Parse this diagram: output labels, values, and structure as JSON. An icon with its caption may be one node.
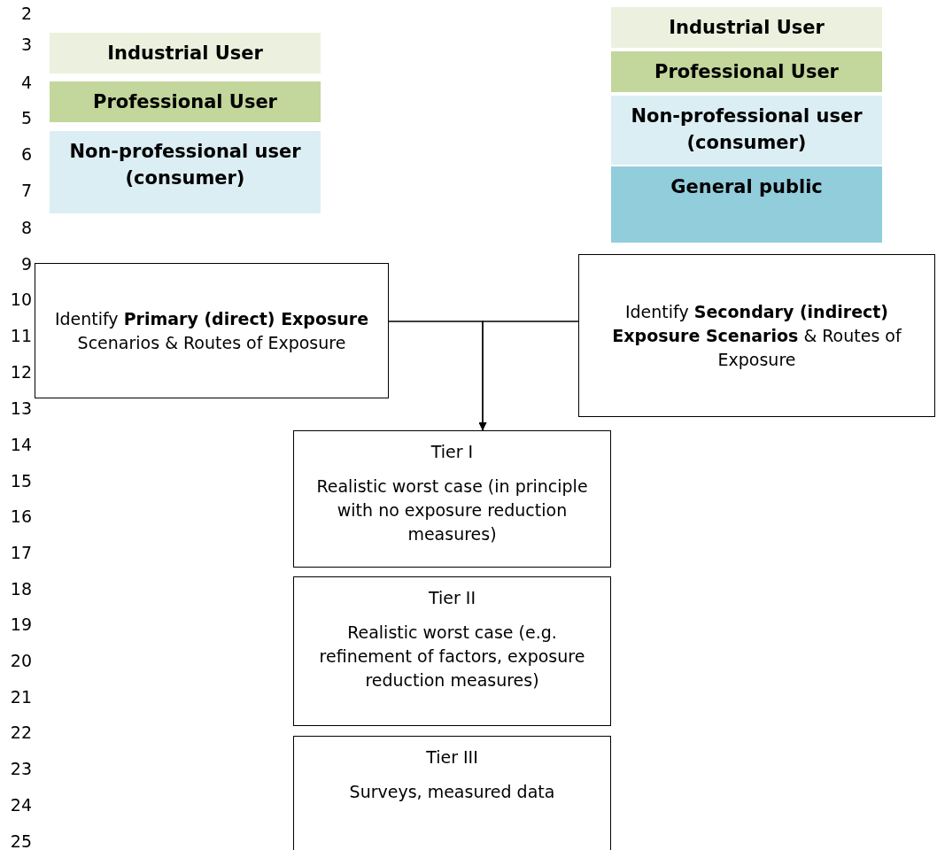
{
  "diagram": {
    "nodes": [
      {
        "text": [
          "Industrial User"
        ]
      },
      {
        "text": [
          "Professional User"
        ]
      },
      {
        "text": [
          "Non-professional user (consumer)"
        ]
      },
      {
        "text": [
          "Industrial User"
        ]
      },
      {
        "text": [
          "Professional User"
        ]
      },
      {
        "text": [
          "Non-professional user (consumer)"
        ]
      },
      {
        "text": [
          "General public"
        ]
      },
      {
        "text": [
          "Identify **Primary (direct) Exposure** Scenarios & Routes of Exposure"
        ]
      },
      {
        "text": [
          "Identify **Secondary (indirect) Exposure Scenarios** & Routes of Exposure"
        ]
      },
      {
        "text": [
          "Tier I",
          "Realistic worst case (in principle with no exposure reduction measures)"
        ]
      },
      {
        "text": [
          "Tier II",
          "Realistic worst case (e.g. refinement of factors, exposure reduction measures)"
        ]
      },
      {
        "text": [
          "Tier III",
          "Surveys, measured data"
        ]
      }
    ],
    "edges": [
      {
        "from": 7,
        "to": 9,
        "arrow": "to"
      },
      {
        "from": 8,
        "to": 9,
        "arrow": "to"
      }
    ],
    "labels": [
      "2",
      "3",
      "4",
      "5",
      "6",
      "7",
      "8",
      "9",
      "10",
      "11",
      "12",
      "13",
      "14",
      "15",
      "16",
      "17",
      "18",
      "19",
      "20",
      "21",
      "22",
      "23",
      "24",
      "25"
    ]
  }
}
